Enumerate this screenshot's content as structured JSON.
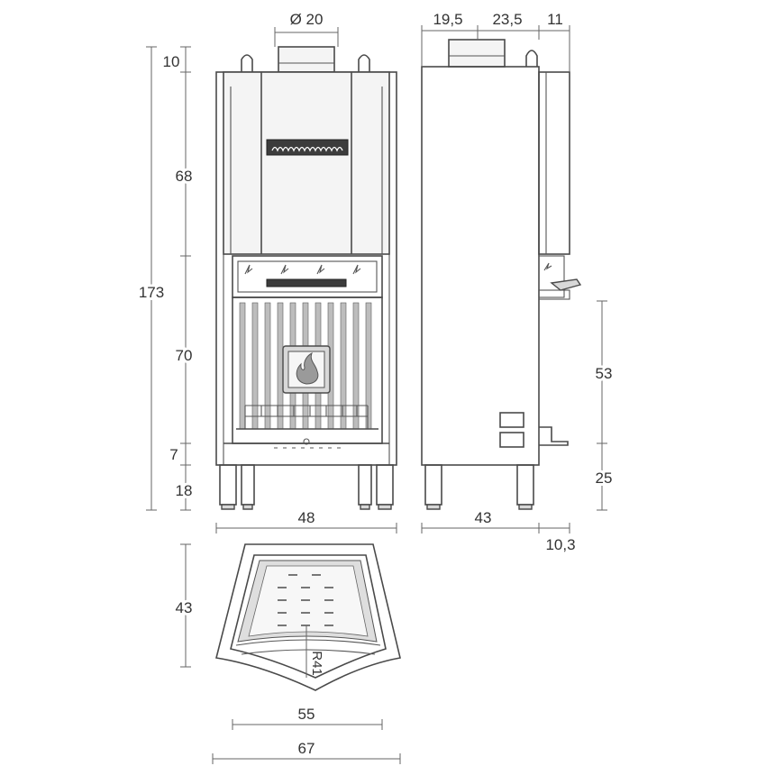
{
  "brand_plate": "",
  "dimensions": {
    "flue_diameter": "Ø 20",
    "side_top_a": "19,5",
    "side_top_b": "23,5",
    "side_top_c": "11",
    "front_height_total": "173",
    "front_top_offset": "10",
    "front_hood": "68",
    "front_firebox": "70",
    "front_base": "7",
    "front_legs": "18",
    "front_width": "48",
    "side_upper": "53",
    "side_lower": "25",
    "side_depth": "43",
    "side_extra": "10,3",
    "plan_depth": "43",
    "plan_radius": "R41",
    "plan_inner_width": "55",
    "plan_outer_width": "67"
  }
}
